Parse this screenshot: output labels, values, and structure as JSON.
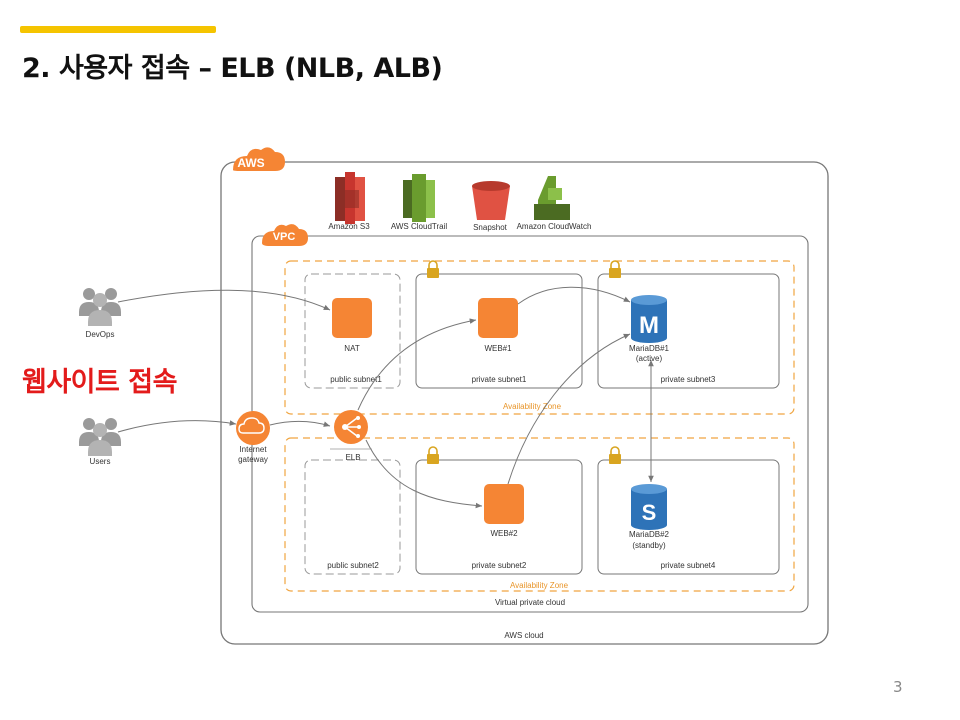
{
  "slide": {
    "title": "2. 사용자 접속 – ELB (NLB, ALB)",
    "side_label": "웹사이트 접속",
    "page_number": "3"
  },
  "diagram": {
    "aws_badge": "AWS",
    "vpc_badge": "VPC",
    "aws_cloud_label": "AWS cloud",
    "vpc_label": "Virtual private cloud",
    "az1_label": "Availability Zone",
    "az2_label": "Availability Zone",
    "services": {
      "s3": "Amazon S3",
      "cloudtrail": "AWS CloudTrail",
      "snapshot": "Snapshot",
      "cloudwatch": "Amazon CloudWatch"
    },
    "actors": {
      "devops": "DevOps",
      "users": "Users"
    },
    "gateway_line1": "Internet",
    "gateway_line2": "gateway",
    "elb": "ELB",
    "nat": "NAT",
    "web1": "WEB#1",
    "web2": "WEB#2",
    "db1_line1": "MariaDB#1",
    "db1_line2": "(active)",
    "db2_line1": "MariaDB#2",
    "db2_line2": "(standby)",
    "db1_icon_letter": "M",
    "db2_icon_letter": "S",
    "subnets": {
      "public1": "public subnet1",
      "private1": "private subnet1",
      "private3": "private subnet3",
      "public2": "public subnet2",
      "private2": "private subnet2",
      "private4": "private subnet4"
    },
    "colors": {
      "accent": "#f5c400",
      "title_red": "#e31b1b",
      "aws_orange": "#f58534",
      "s3_red": "#c7352e",
      "green": "#6a9c2e",
      "db_blue": "#2e73b8",
      "zone_dash": "#f0a540"
    }
  }
}
